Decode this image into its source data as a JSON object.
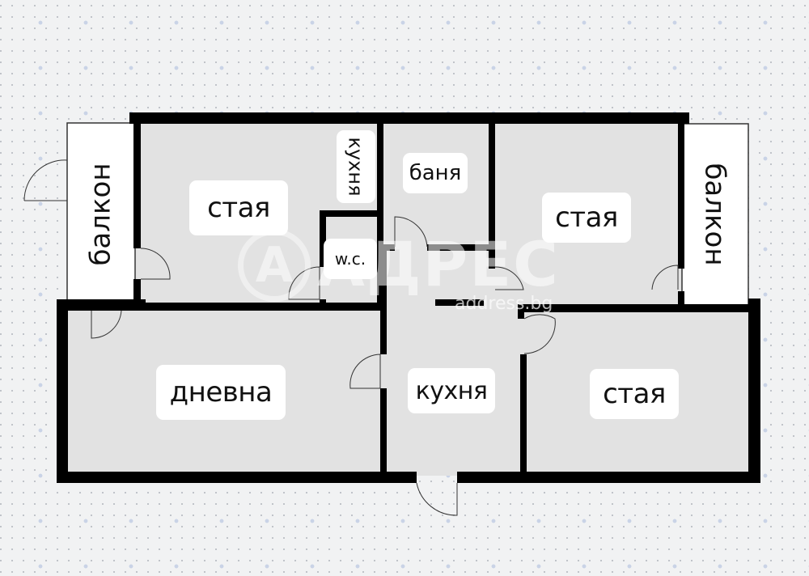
{
  "floor_plan": {
    "rooms": [
      {
        "id": "room-top-left",
        "label": "стая"
      },
      {
        "id": "kitchenette-top",
        "label": "кухня"
      },
      {
        "id": "wc",
        "label": "w.c."
      },
      {
        "id": "bathroom",
        "label": "баня"
      },
      {
        "id": "room-top-right",
        "label": "стая"
      },
      {
        "id": "living-room",
        "label": "дневна"
      },
      {
        "id": "kitchen",
        "label": "кухня"
      },
      {
        "id": "room-bottom-right",
        "label": "стая"
      },
      {
        "id": "balcony-left",
        "label": "балкон"
      },
      {
        "id": "balcony-right",
        "label": "балкон"
      }
    ],
    "colors": {
      "wall": "#000000",
      "room_fill": "#e2e2e2",
      "balcony_fill": "#ffffff",
      "background": "#f1f2f3"
    }
  },
  "watermark": {
    "logo_letter": "А",
    "brand": "АДРЕС",
    "domain": "address.bg"
  }
}
